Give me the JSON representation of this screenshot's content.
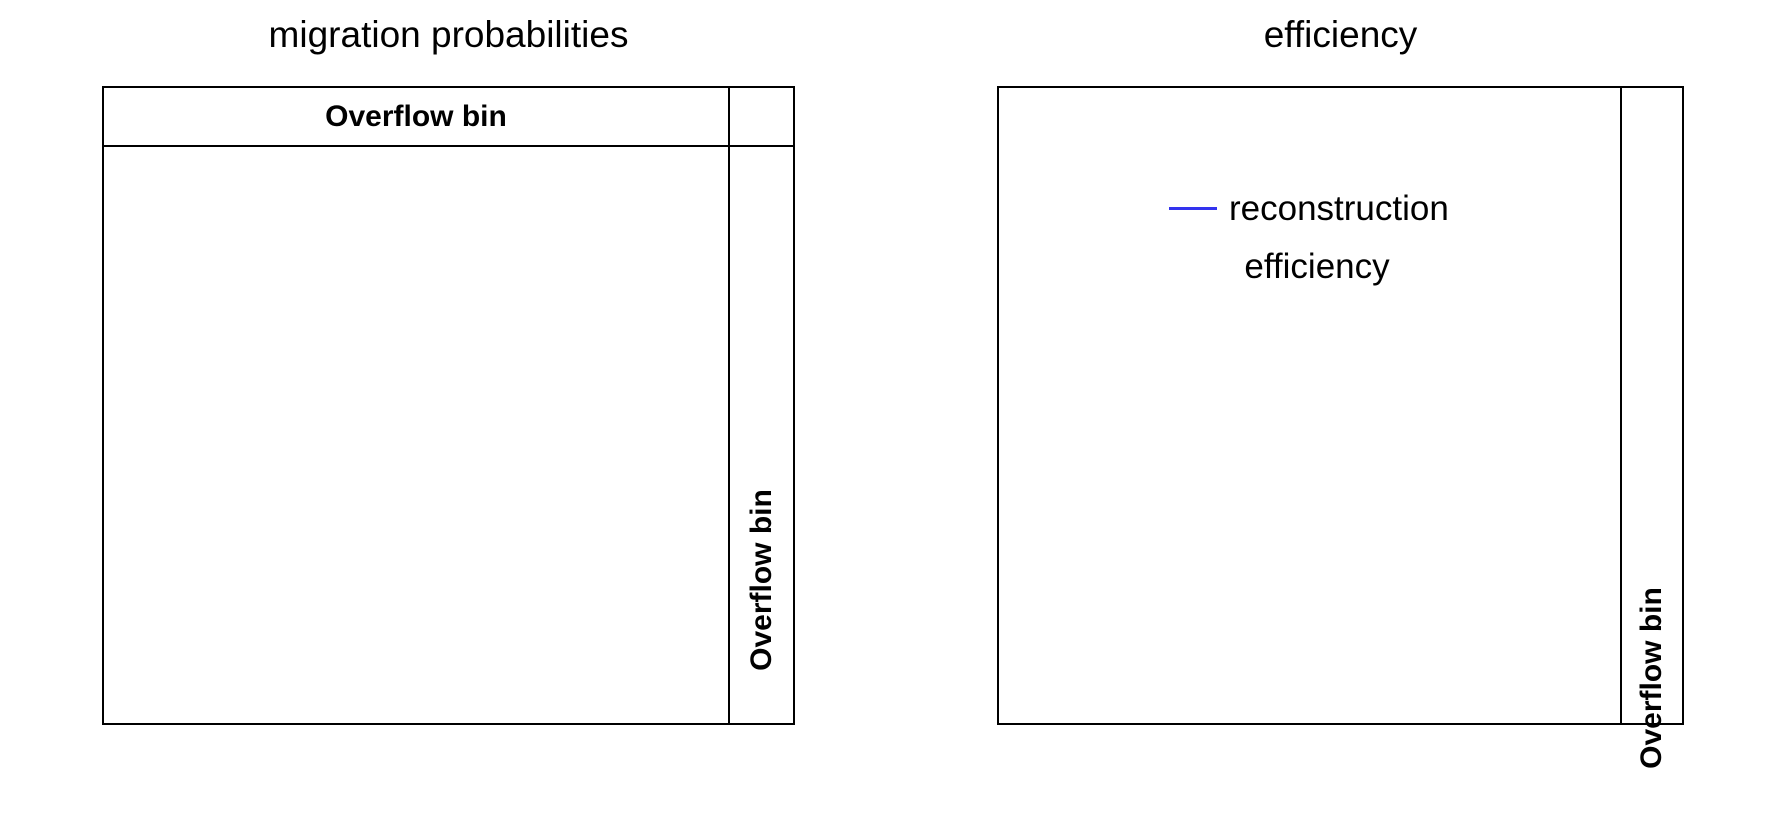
{
  "figure": {
    "background_color": "#ffffff",
    "line_color": "#000000"
  },
  "panels": [
    {
      "id": "migration-probabilities",
      "title": "migration probabilities",
      "header_label": "Overflow bin",
      "overflow_column_label": "Overflow bin",
      "has_header_row": true,
      "legend": null
    },
    {
      "id": "efficiency",
      "title": "efficiency",
      "header_label": "",
      "overflow_column_label": "Overflow bin",
      "has_header_row": false,
      "legend": {
        "marker_color": "#3333ee",
        "line_1": "reconstruction",
        "line_2": "efficiency"
      }
    }
  ],
  "chart_data": {
    "type": "heatmap",
    "title": "migration probabilities / efficiency",
    "panels": [
      {
        "title": "migration probabilities",
        "type": "heatmap",
        "xlabel": "",
        "ylabel": "",
        "annotations": [
          "Overflow bin",
          "Overflow bin"
        ],
        "grid": false,
        "legend_position": "none",
        "categories": [],
        "values": []
      },
      {
        "title": "efficiency",
        "type": "line",
        "xlabel": "",
        "ylabel": "",
        "annotations": [
          "Overflow bin"
        ],
        "grid": false,
        "legend_position": "upper-left-inside",
        "series": [
          {
            "name": "reconstruction efficiency",
            "color": "#3333ee",
            "x": [],
            "values": []
          }
        ]
      }
    ]
  }
}
